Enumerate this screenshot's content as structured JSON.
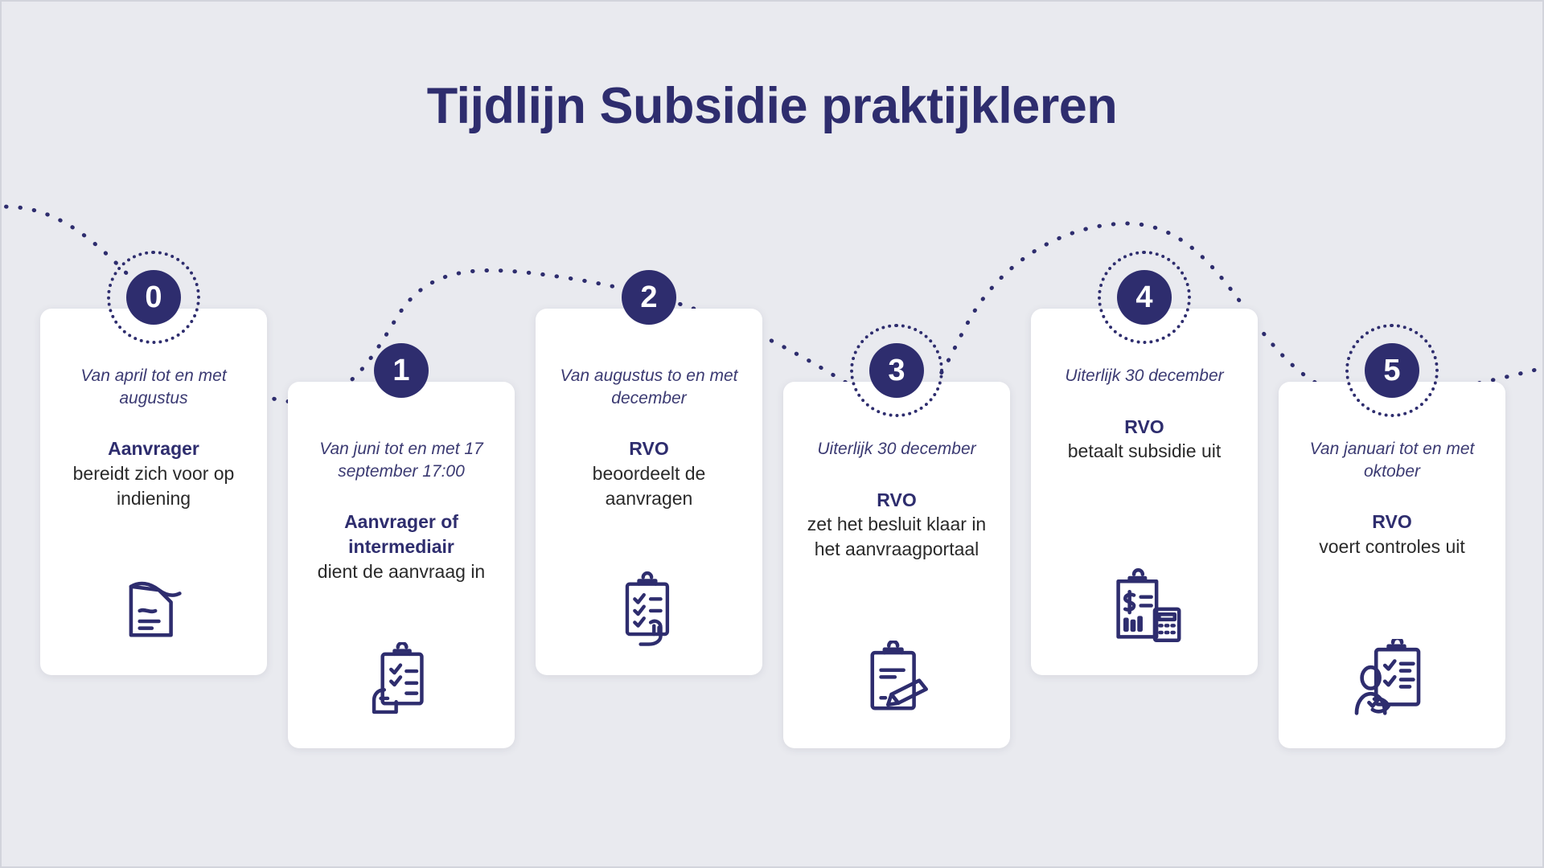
{
  "page": {
    "title": "Tijdlijn Subsidie praktijkleren",
    "background_color": "#e9eaef",
    "accent_color": "#2e2d6e",
    "card_color": "#ffffff",
    "body_text_color": "#2a2a2a"
  },
  "steps": [
    {
      "number": "0",
      "period": "Van april tot en met augustus",
      "actor": "Aanvrager",
      "action": "bereidt zich voor op indiening",
      "icon": "document-pencil-icon",
      "has_ring": true
    },
    {
      "number": "1",
      "period": "Van juni tot en met 17 september 17:00",
      "actor": "Aanvrager of intermediair",
      "action": "dient de aanvraag in",
      "icon": "hand-holding-checklist-icon",
      "has_ring": false
    },
    {
      "number": "2",
      "period": "Van augustus to en met december",
      "actor": "RVO",
      "action": "beoordeelt de aanvragen",
      "icon": "checklist-pointing-hand-icon",
      "has_ring": false
    },
    {
      "number": "3",
      "period": "Uiterlijk 30 december",
      "actor": "RVO",
      "action": "zet het besluit klaar in het aanvraagportaal",
      "icon": "clipboard-signing-pen-icon",
      "has_ring": true
    },
    {
      "number": "4",
      "period": "Uiterlijk 30 december",
      "actor": "RVO",
      "action": "betaalt subsidie uit",
      "icon": "invoice-calculator-icon",
      "has_ring": true
    },
    {
      "number": "5",
      "period": "Van januari tot en met oktober",
      "actor": "RVO",
      "action": "voert controles uit",
      "icon": "person-checklist-icon",
      "has_ring": true
    }
  ]
}
